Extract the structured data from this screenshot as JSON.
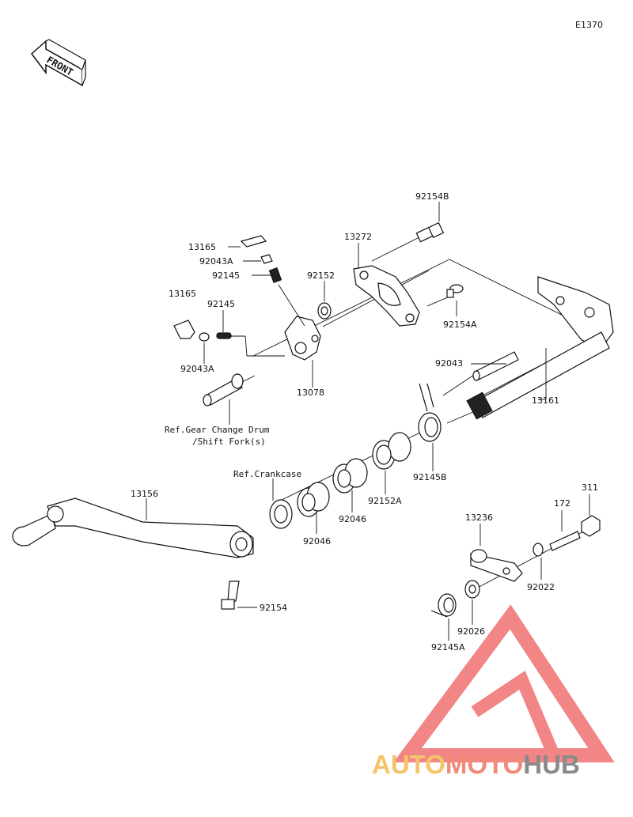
{
  "diagram_code": "E1370",
  "front_label": "FRONT",
  "labels": {
    "p92154B": "92154B",
    "p13272": "13272",
    "p13165a": "13165",
    "p92043A_a": "92043A",
    "p92145_a": "92145",
    "p92152": "92152",
    "p13165b": "13165",
    "p92145_b": "92145",
    "p92154A": "92154A",
    "p92043A_b": "92043A",
    "p13078": "13078",
    "p92043": "92043",
    "p13161": "13161",
    "ref_gear_1": "Ref.Gear Change Drum",
    "ref_gear_2": "/Shift Fork(s)",
    "p92145B": "92145B",
    "ref_crankcase": "Ref.Crankcase",
    "p13156": "13156",
    "p92152A": "92152A",
    "p92046a": "92046",
    "p92046b": "92046",
    "p311": "311",
    "p172": "172",
    "p13236": "13236",
    "p92022": "92022",
    "p92154": "92154",
    "p92026": "92026",
    "p92145A": "92145A"
  },
  "watermark": {
    "part1": "AUTO",
    "part2": "MOTO",
    "part3": "HUB",
    "color_auto": "#f5c46a",
    "color_moto": "#f08a7a",
    "color_hub": "#8a8a8a",
    "logo_color": "#f07070"
  }
}
